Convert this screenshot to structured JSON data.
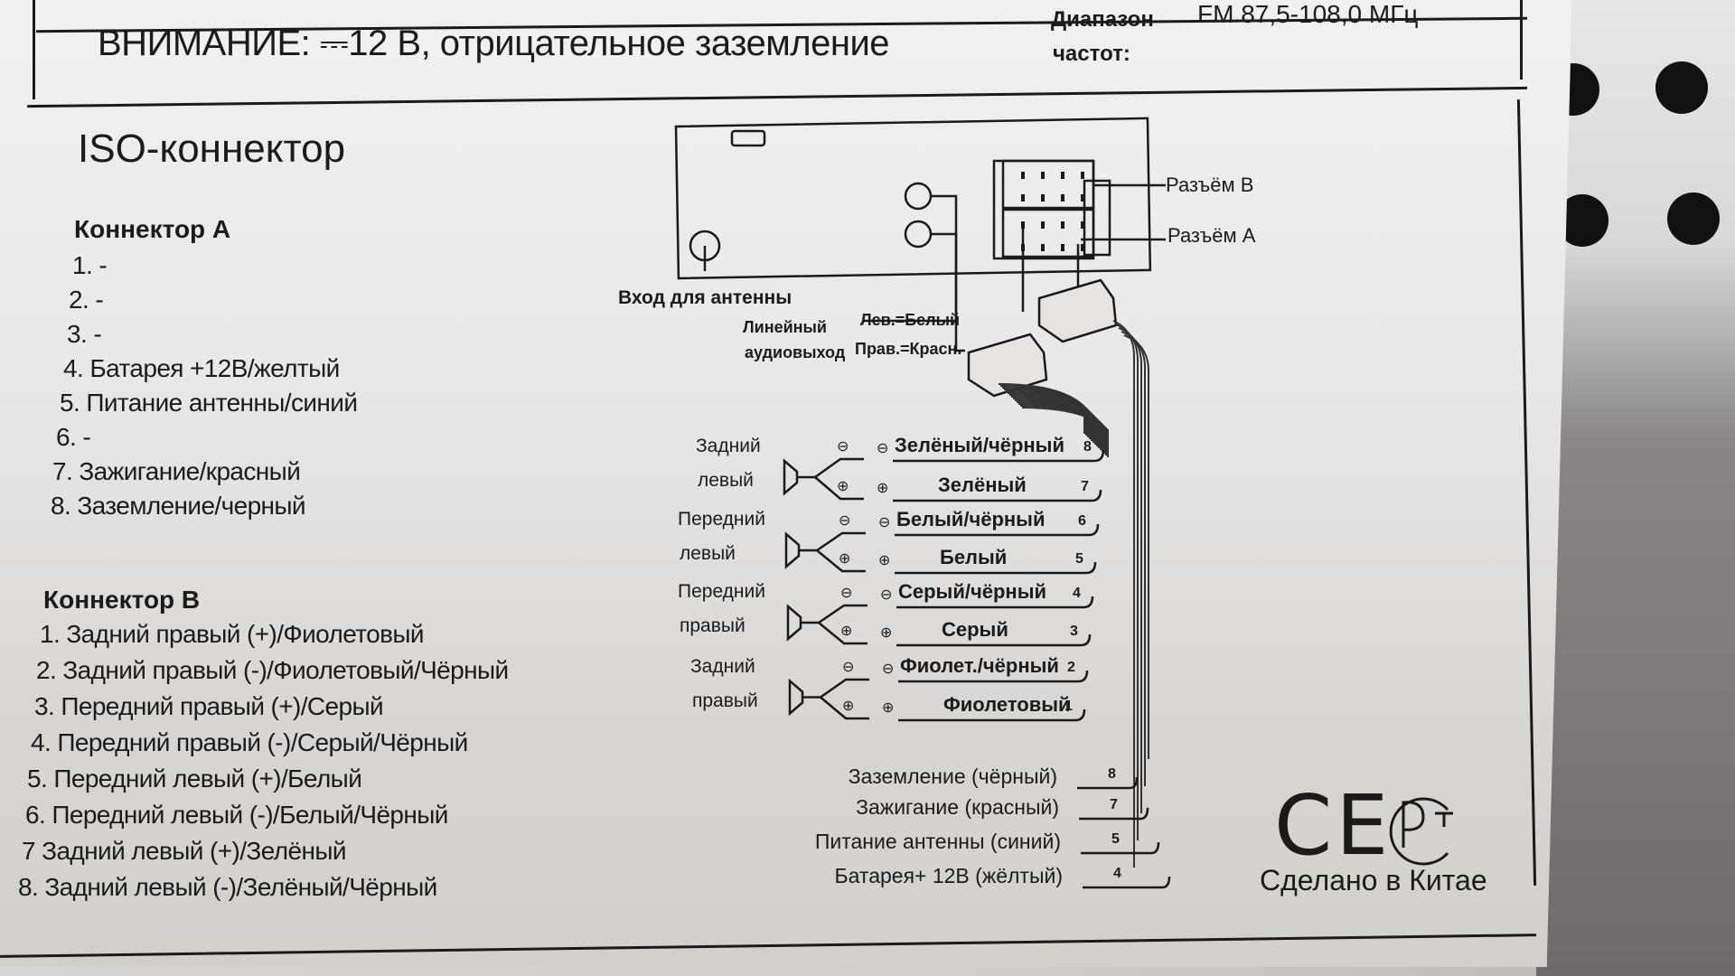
{
  "header": {
    "warning": "ВНИМАНИЕ: ⎓12 В, отрицательное заземление",
    "band_label_line1": "Диапазон",
    "band_label_line2": "частот:",
    "band_value": "FM 87,5-108,0 МГц"
  },
  "iso": {
    "title": "ISO-коннектор",
    "connector_a": {
      "heading": "Коннектор A",
      "items": [
        "1. -",
        "2. -",
        "3. -",
        "4. Батарея +12В/желтый",
        "5. Питание антенны/синий",
        "6. -",
        "7. Зажигание/красный",
        "8. Заземление/черный"
      ]
    },
    "connector_b": {
      "heading": "Коннектор B",
      "items": [
        "1. Задний правый (+)/Фиолетовый",
        "2. Задний правый (-)/Фиолетовый/Чёрный",
        "3. Передний правый (+)/Серый",
        "4. Передний правый (-)/Серый/Чёрный",
        "5. Передний левый (+)/Белый",
        "6. Передний левый (-)/Белый/Чёрный",
        "7  Задний левый (+)/Зелёный",
        "8. Задний левый (-)/Зелёный/Чёрный"
      ]
    }
  },
  "diagram": {
    "antenna_input": "Вход для антенны",
    "line_out_line1": "Линейный",
    "line_out_line2": "аудиовыход",
    "left_white": "Лев.=Белый",
    "right_red": "Прав.=Красн.",
    "socket_b": "Разъём B",
    "socket_a": "Разъём A",
    "minus_symbol": "⊖",
    "plus_symbol": "⊕",
    "speakers": [
      {
        "name_line1": "Задний",
        "name_line2": "левый",
        "wires": [
          {
            "color": "Зелёный/чёрный",
            "pin": "8"
          },
          {
            "color": "Зелёный",
            "pin": "7"
          }
        ]
      },
      {
        "name_line1": "Передний",
        "name_line2": "левый",
        "wires": [
          {
            "color": "Белый/чёрный",
            "pin": "6"
          },
          {
            "color": "Белый",
            "pin": "5"
          }
        ]
      },
      {
        "name_line1": "Передний",
        "name_line2": "правый",
        "wires": [
          {
            "color": "Серый/чёрный",
            "pin": "4"
          },
          {
            "color": "Серый",
            "pin": "3"
          }
        ]
      },
      {
        "name_line1": "Задний",
        "name_line2": "правый",
        "wires": [
          {
            "color": "Фиолет./чёрный",
            "pin": "2"
          },
          {
            "color": "Фиолетовый",
            "pin": "1"
          }
        ]
      }
    ],
    "power": [
      {
        "label": "Заземление (чёрный)",
        "pin": "8"
      },
      {
        "label": "Зажигание (красный)",
        "pin": "7"
      },
      {
        "label": "Питание антенны (синий)",
        "pin": "5"
      },
      {
        "label": "Батарея+ 12В (жёлтый)",
        "pin": "4"
      }
    ]
  },
  "marks": {
    "ce": "CE",
    "pct": "РСТ",
    "made_in": "Сделано в Китае"
  }
}
